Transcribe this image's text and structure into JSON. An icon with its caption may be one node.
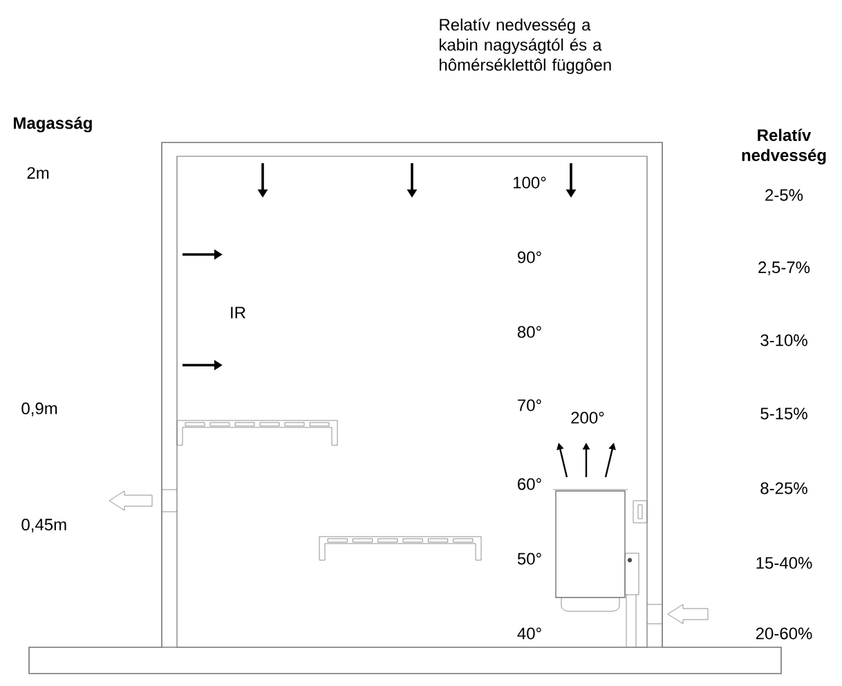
{
  "diagram": {
    "labels": [
      "Relatív nedvesség a kabin nagyságtól és a hômérséklettôl függôen",
      "Magasság",
      "Relatív nedvesség",
      "2m",
      "100°",
      "2-5%",
      "90°",
      "2,5-7%",
      "IR",
      "80°",
      "3-10%",
      "0,9m",
      "70°",
      "200°",
      "5-15%",
      "60°",
      "8-25%",
      "0,45m",
      "50°",
      "15-40%",
      "40°",
      "20-60%"
    ]
  }
}
